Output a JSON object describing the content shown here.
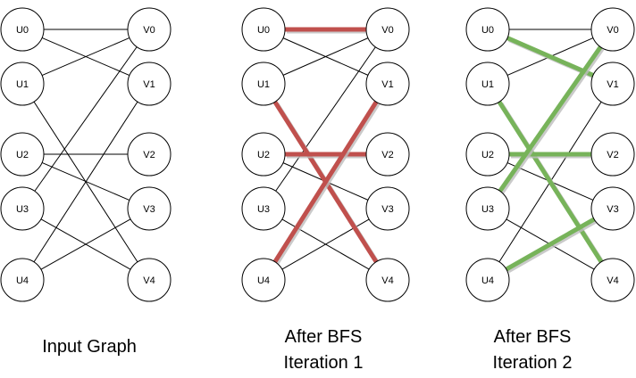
{
  "colors": {
    "iteration1_highlight": "#c0504d",
    "iteration2_highlight": "#77b35a",
    "highlight_shadow": "#bdbdbd",
    "node_stroke": "#000000",
    "edge_plain": "#000000"
  },
  "panels": [
    {
      "caption_lines": [
        "Input Graph"
      ],
      "left_nodes": [
        "U0",
        "U1",
        "U2",
        "U3",
        "U4"
      ],
      "right_nodes": [
        "V0",
        "V1",
        "V2",
        "V3",
        "V4"
      ],
      "edges": [
        {
          "u": 0,
          "v": 0,
          "highlight": false
        },
        {
          "u": 0,
          "v": 1,
          "highlight": false
        },
        {
          "u": 1,
          "v": 0,
          "highlight": false
        },
        {
          "u": 1,
          "v": 4,
          "highlight": false
        },
        {
          "u": 2,
          "v": 2,
          "highlight": false
        },
        {
          "u": 2,
          "v": 3,
          "highlight": false
        },
        {
          "u": 3,
          "v": 0,
          "highlight": false
        },
        {
          "u": 3,
          "v": 4,
          "highlight": false
        },
        {
          "u": 4,
          "v": 1,
          "highlight": false
        },
        {
          "u": 4,
          "v": 3,
          "highlight": false
        }
      ]
    },
    {
      "caption_lines": [
        "After BFS",
        "Iteration 1"
      ],
      "highlight_color_key": "iteration1_highlight",
      "left_nodes": [
        "U0",
        "U1",
        "U2",
        "U3",
        "U4"
      ],
      "right_nodes": [
        "V0",
        "V1",
        "V2",
        "V3",
        "V4"
      ],
      "edges": [
        {
          "u": 0,
          "v": 0,
          "highlight": true
        },
        {
          "u": 0,
          "v": 1,
          "highlight": false
        },
        {
          "u": 1,
          "v": 0,
          "highlight": false
        },
        {
          "u": 1,
          "v": 4,
          "highlight": true
        },
        {
          "u": 2,
          "v": 2,
          "highlight": true
        },
        {
          "u": 2,
          "v": 3,
          "highlight": false
        },
        {
          "u": 3,
          "v": 0,
          "highlight": false
        },
        {
          "u": 3,
          "v": 4,
          "highlight": false
        },
        {
          "u": 4,
          "v": 1,
          "highlight": true
        },
        {
          "u": 4,
          "v": 3,
          "highlight": false
        }
      ]
    },
    {
      "caption_lines": [
        "After BFS",
        "Iteration 2"
      ],
      "highlight_color_key": "iteration2_highlight",
      "left_nodes": [
        "U0",
        "U1",
        "U2",
        "U3",
        "U4"
      ],
      "right_nodes": [
        "V0",
        "V1",
        "V2",
        "V3",
        "V4"
      ],
      "edges": [
        {
          "u": 0,
          "v": 0,
          "highlight": false
        },
        {
          "u": 0,
          "v": 1,
          "highlight": true
        },
        {
          "u": 1,
          "v": 0,
          "highlight": false
        },
        {
          "u": 1,
          "v": 4,
          "highlight": true
        },
        {
          "u": 2,
          "v": 2,
          "highlight": true
        },
        {
          "u": 2,
          "v": 3,
          "highlight": false
        },
        {
          "u": 3,
          "v": 0,
          "highlight": true
        },
        {
          "u": 3,
          "v": 4,
          "highlight": false
        },
        {
          "u": 4,
          "v": 1,
          "highlight": false
        },
        {
          "u": 4,
          "v": 3,
          "highlight": true
        }
      ]
    }
  ]
}
